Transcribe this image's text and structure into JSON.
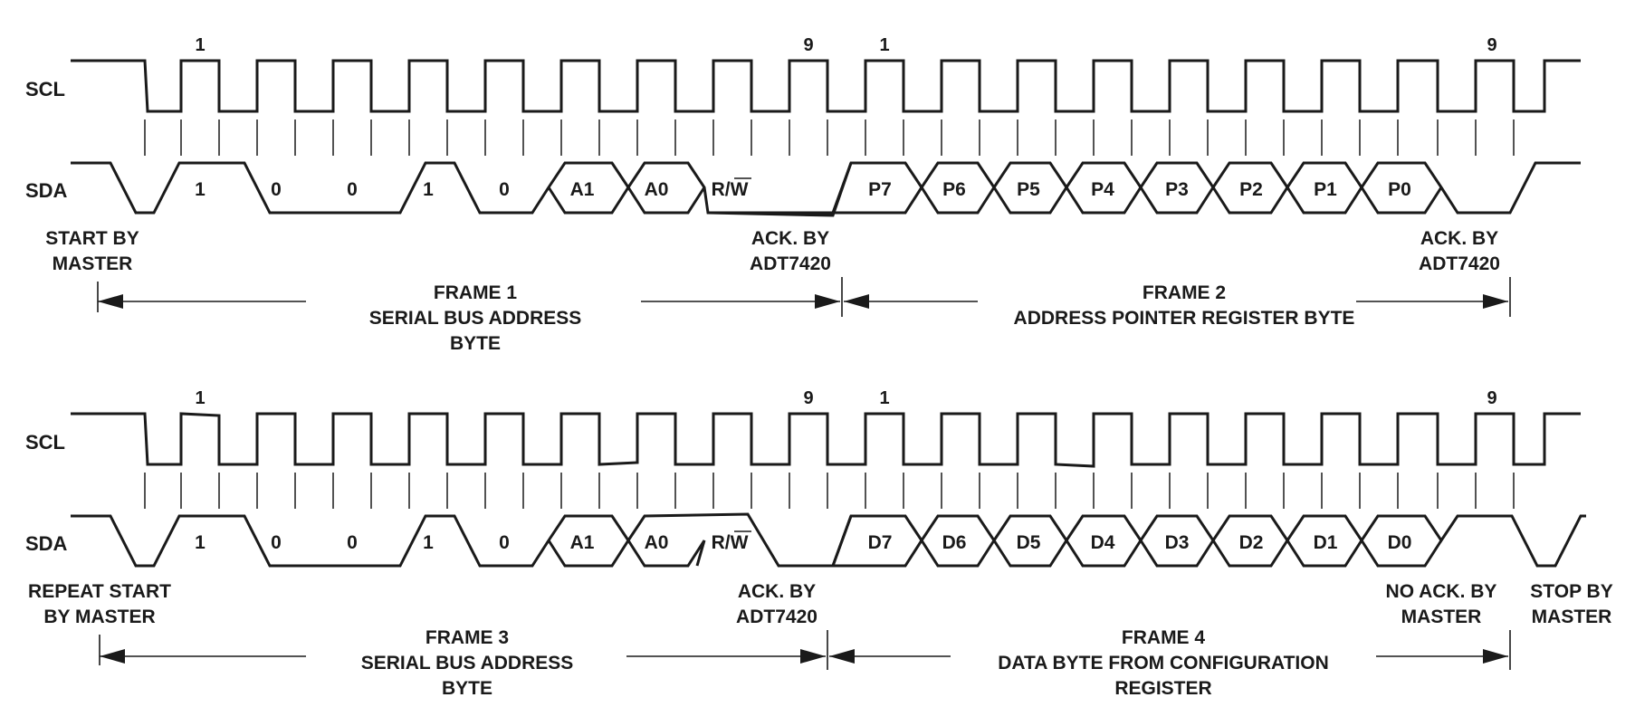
{
  "signals": {
    "scl": "SCL",
    "sda": "SDA"
  },
  "panels": [
    {
      "clock_marks": [
        "1",
        "9",
        "1",
        "9"
      ],
      "bits": [
        "1",
        "0",
        "0",
        "1",
        "0",
        "A1",
        "A0",
        "R/W",
        "P7",
        "P6",
        "P5",
        "P4",
        "P3",
        "P2",
        "P1",
        "P0"
      ],
      "event_labels": [
        [
          "START BY",
          "MASTER"
        ],
        [
          "ACK. BY",
          "ADT7420"
        ],
        [
          "ACK. BY",
          "ADT7420"
        ]
      ],
      "frames": [
        [
          "FRAME 1",
          "SERIAL BUS ADDRESS",
          "BYTE"
        ],
        [
          "FRAME 2",
          "ADDRESS POINTER REGISTER BYTE"
        ]
      ]
    },
    {
      "clock_marks": [
        "1",
        "9",
        "1",
        "9"
      ],
      "bits": [
        "1",
        "0",
        "0",
        "1",
        "0",
        "A1",
        "A0",
        "R/W",
        "D7",
        "D6",
        "D5",
        "D4",
        "D3",
        "D2",
        "D1",
        "D0"
      ],
      "event_labels": [
        [
          "REPEAT START",
          "BY MASTER"
        ],
        [
          "ACK. BY",
          "ADT7420"
        ],
        [
          "NO ACK. BY",
          "MASTER"
        ],
        [
          "STOP BY",
          "MASTER"
        ]
      ],
      "frames": [
        [
          "FRAME 3",
          "SERIAL BUS ADDRESS",
          "BYTE"
        ],
        [
          "FRAME 4",
          "DATA BYTE FROM CONFIGURATION",
          "REGISTER"
        ]
      ]
    }
  ]
}
